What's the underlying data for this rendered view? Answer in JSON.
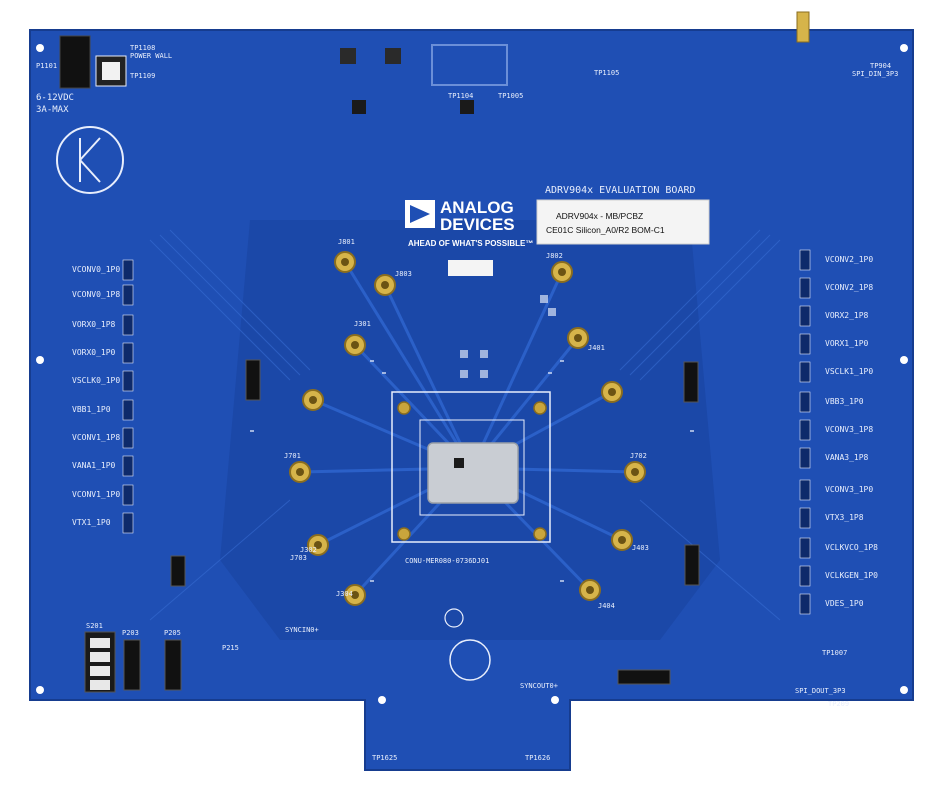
{
  "board": {
    "title": "ADRV904x EVALUATION BOARD",
    "brand_line1": "ANALOG",
    "brand_line2": "DEVICES",
    "tagline": "AHEAD OF WHAT'S POSSIBLE™",
    "power_label": "6-12VDC",
    "power_current": "3A-MAX",
    "power_wall": "POWER WALL",
    "sticker": {
      "line1": "ADRV904x - MB/PCBZ",
      "line2": "CE01C  Silicon_A0/R2  BOM-C1"
    },
    "chip_marking": "CONU-MER080-0736DJ01",
    "colors": {
      "pcb": "#1f4fb4",
      "pcb_dark": "#163c8f",
      "silk": "#e8eefc",
      "gold": "#d6b44a",
      "chip": "#c9cdd3"
    }
  },
  "labels": {
    "left_rails": [
      "VCONV0_1P0",
      "VCONV0_1P8",
      "VORX0_1P8",
      "VORX0_1P0",
      "VSCLK0_1P0",
      "VBB1_1P0",
      "VCONV1_1P8",
      "VANA1_1P0",
      "VCONV1_1P0",
      "VTX1_1P0"
    ],
    "right_rails": [
      "VCONV2_1P0",
      "VCONV2_1P8",
      "VORX2_1P8",
      "VORX1_1P0",
      "VSCLK1_1P0",
      "VBB3_1P0",
      "VCONV3_1P8",
      "VANA3_1P8",
      "VCONV3_1P0",
      "VTX3_1P8",
      "VCLKVCO_1P8",
      "VCLKGEN_1P0",
      "VDES_1P0"
    ],
    "connectors": [
      "J801",
      "J803",
      "J802",
      "J301",
      "J302",
      "J304",
      "J401",
      "J403",
      "J404",
      "J701",
      "J702",
      "J703"
    ],
    "bottom": [
      "S201",
      "P203",
      "P205",
      "P215",
      "TP1625",
      "TP1626",
      "SYNCOUT0+",
      "SYNCIN0+",
      "SPI_DOUT_3P3",
      "TP209",
      "TP1007"
    ],
    "top": [
      "P1101",
      "TP1108",
      "TP1109",
      "TP1005",
      "TP1104",
      "TP1105",
      "TP904",
      "SPI_DIN_3P3"
    ]
  }
}
